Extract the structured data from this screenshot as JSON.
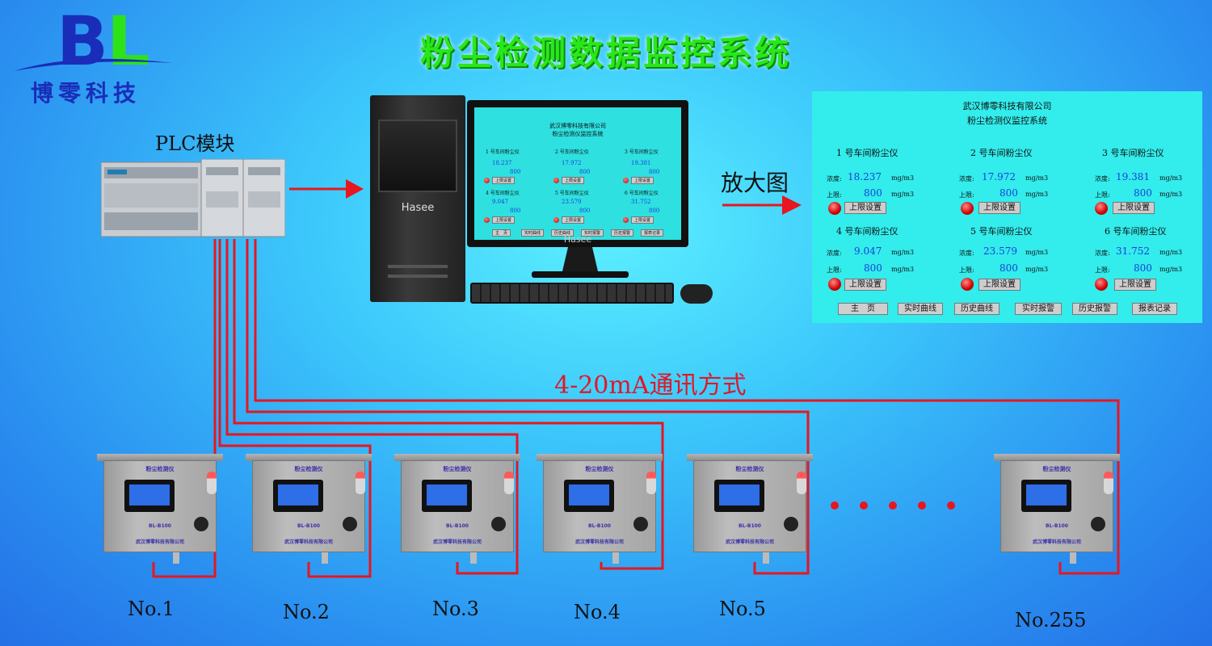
{
  "logo": {
    "letters": "BL",
    "text": "博零科技",
    "colors": {
      "b": "#1a2db8",
      "l": "#2ee21a"
    }
  },
  "title": "粉尘检测数据监控系统",
  "plc": {
    "label": "PLC模块",
    "icon": "plc-module-icon"
  },
  "computer": {
    "brand": "Hasee",
    "icon": "desktop-computer-icon"
  },
  "enlarge_label": "放大图",
  "comm_label": "4-20mA通讯方式",
  "screen": {
    "company": "武汉博零科技有限公司",
    "system": "粉尘检测仪监控系统",
    "devices": [
      {
        "name": "1 号车间粉尘仪",
        "conc_label": "浓度:",
        "conc": "18.237",
        "unit": "mg/m3",
        "limit_label": "上限:",
        "limit": "800",
        "limit_btn": "上限设置"
      },
      {
        "name": "2 号车间粉尘仪",
        "conc_label": "浓度:",
        "conc": "17.972",
        "unit": "mg/m3",
        "limit_label": "上限:",
        "limit": "800",
        "limit_btn": "上限设置"
      },
      {
        "name": "3 号车间粉尘仪",
        "conc_label": "浓度:",
        "conc": "19.381",
        "unit": "mg/m3",
        "limit_label": "上限:",
        "limit": "800",
        "limit_btn": "上限设置"
      },
      {
        "name": "4 号车间粉尘仪",
        "conc_label": "浓度:",
        "conc": "9.047",
        "unit": "mg/m3",
        "limit_label": "上限:",
        "limit": "800",
        "limit_btn": "上限设置"
      },
      {
        "name": "5 号车间粉尘仪",
        "conc_label": "浓度:",
        "conc": "23.579",
        "unit": "mg/m3",
        "limit_label": "上限:",
        "limit": "800",
        "limit_btn": "上限设置"
      },
      {
        "name": "6 号车间粉尘仪",
        "conc_label": "浓度:",
        "conc": "31.752",
        "unit": "mg/m3",
        "limit_label": "上限:",
        "limit": "800",
        "limit_btn": "上限设置"
      }
    ],
    "nav": [
      "主　页",
      "实时曲线",
      "历史曲线",
      "实时报警",
      "历史报警",
      "报表记录"
    ]
  },
  "detector": {
    "title": "粉尘检测仪",
    "model": "BL-B100",
    "maker": "武汉博零科技有限公司"
  },
  "units": [
    "No.1",
    "No.2",
    "No.3",
    "No.4",
    "No.5",
    "No.255"
  ],
  "colors": {
    "wire": "#e8161e",
    "title_green": "#28e81a",
    "panel_bg": "#33ecec",
    "value_blue": "#1a3fd8"
  }
}
